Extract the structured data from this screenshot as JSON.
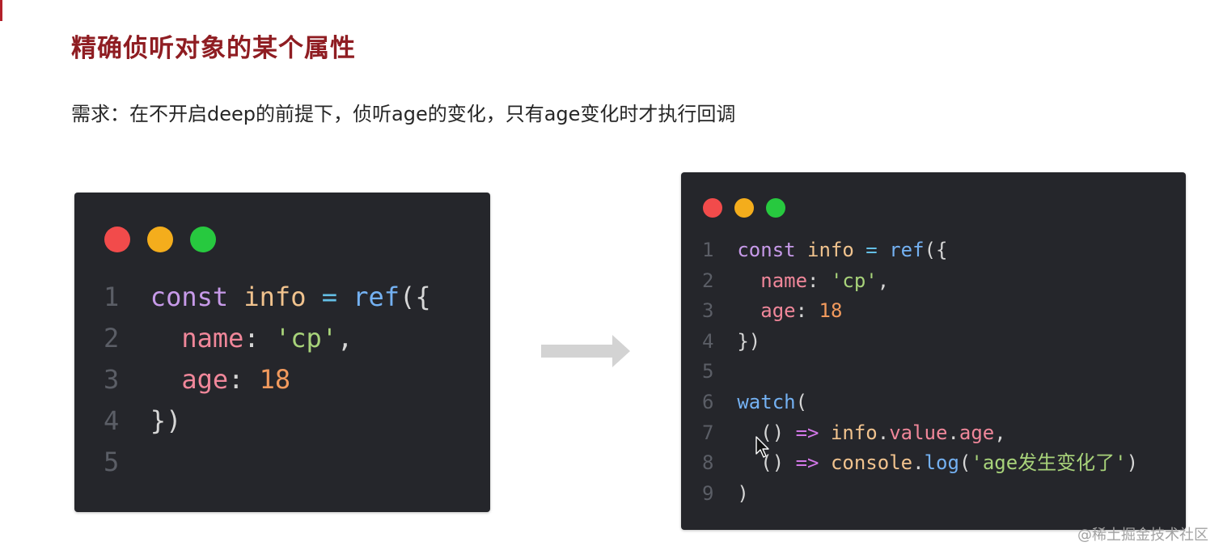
{
  "page": {
    "title": "精确侦听对象的某个属性",
    "subtitle": "需求：在不开启deep的前提下，侦听age的变化，只有age变化时才执行回调",
    "watermark": "@稀土掘金技术社区"
  },
  "colors": {
    "title": "#8f1d22",
    "window_bg": "#25262b",
    "dot_red": "#f24b4b",
    "dot_yellow": "#f4ad1c",
    "dot_green": "#27c93f",
    "arrow": "#d3d3d3"
  },
  "icons": {
    "window_dots": [
      "close-dot-icon",
      "minimize-dot-icon",
      "maximize-dot-icon"
    ],
    "arrow": "right-arrow-icon",
    "cursor": "mouse-cursor-icon"
  },
  "left_code": {
    "lines": [
      [
        {
          "c": "ln",
          "t": "1"
        },
        {
          "c": "k",
          "t": "const"
        },
        {
          "c": "p",
          "t": " "
        },
        {
          "c": "v",
          "t": "info"
        },
        {
          "c": "p",
          "t": " "
        },
        {
          "c": "o",
          "t": "="
        },
        {
          "c": "p",
          "t": " "
        },
        {
          "c": "f",
          "t": "ref"
        },
        {
          "c": "p",
          "t": "({"
        }
      ],
      [
        {
          "c": "ln",
          "t": "2"
        },
        {
          "c": "p",
          "t": "  "
        },
        {
          "c": "prop",
          "t": "name"
        },
        {
          "c": "p",
          "t": ": "
        },
        {
          "c": "s",
          "t": "'cp'"
        },
        {
          "c": "p",
          "t": ","
        }
      ],
      [
        {
          "c": "ln",
          "t": "3"
        },
        {
          "c": "p",
          "t": "  "
        },
        {
          "c": "prop",
          "t": "age"
        },
        {
          "c": "p",
          "t": ": "
        },
        {
          "c": "n",
          "t": "18"
        }
      ],
      [
        {
          "c": "ln",
          "t": "4"
        },
        {
          "c": "p",
          "t": "})"
        }
      ],
      [
        {
          "c": "ln",
          "t": "5"
        }
      ]
    ]
  },
  "right_code": {
    "lines": [
      [
        {
          "c": "ln",
          "t": "1"
        },
        {
          "c": "k",
          "t": "const"
        },
        {
          "c": "p",
          "t": " "
        },
        {
          "c": "v",
          "t": "info"
        },
        {
          "c": "p",
          "t": " "
        },
        {
          "c": "o",
          "t": "="
        },
        {
          "c": "p",
          "t": " "
        },
        {
          "c": "f",
          "t": "ref"
        },
        {
          "c": "p",
          "t": "({"
        }
      ],
      [
        {
          "c": "ln",
          "t": "2"
        },
        {
          "c": "p",
          "t": "  "
        },
        {
          "c": "prop",
          "t": "name"
        },
        {
          "c": "p",
          "t": ": "
        },
        {
          "c": "s",
          "t": "'cp'"
        },
        {
          "c": "p",
          "t": ","
        }
      ],
      [
        {
          "c": "ln",
          "t": "3"
        },
        {
          "c": "p",
          "t": "  "
        },
        {
          "c": "prop",
          "t": "age"
        },
        {
          "c": "p",
          "t": ": "
        },
        {
          "c": "n",
          "t": "18"
        }
      ],
      [
        {
          "c": "ln",
          "t": "4"
        },
        {
          "c": "p",
          "t": "})"
        }
      ],
      [
        {
          "c": "ln",
          "t": "5"
        }
      ],
      [
        {
          "c": "ln",
          "t": "6"
        },
        {
          "c": "f",
          "t": "watch"
        },
        {
          "c": "p",
          "t": "("
        }
      ],
      [
        {
          "c": "ln",
          "t": "7"
        },
        {
          "c": "p",
          "t": "  () "
        },
        {
          "c": "arrowop",
          "t": "=>"
        },
        {
          "c": "p",
          "t": " "
        },
        {
          "c": "v",
          "t": "info"
        },
        {
          "c": "p",
          "t": "."
        },
        {
          "c": "prop",
          "t": "value"
        },
        {
          "c": "p",
          "t": "."
        },
        {
          "c": "prop",
          "t": "age"
        },
        {
          "c": "p",
          "t": ","
        }
      ],
      [
        {
          "c": "ln",
          "t": "8"
        },
        {
          "c": "p",
          "t": "  () "
        },
        {
          "c": "arrowop",
          "t": "=>"
        },
        {
          "c": "p",
          "t": " "
        },
        {
          "c": "v",
          "t": "console"
        },
        {
          "c": "p",
          "t": "."
        },
        {
          "c": "f",
          "t": "log"
        },
        {
          "c": "p",
          "t": "("
        },
        {
          "c": "s",
          "t": "'age发生变化了'"
        },
        {
          "c": "p",
          "t": ")"
        }
      ],
      [
        {
          "c": "ln",
          "t": "9"
        },
        {
          "c": "p",
          "t": ")"
        }
      ]
    ]
  }
}
